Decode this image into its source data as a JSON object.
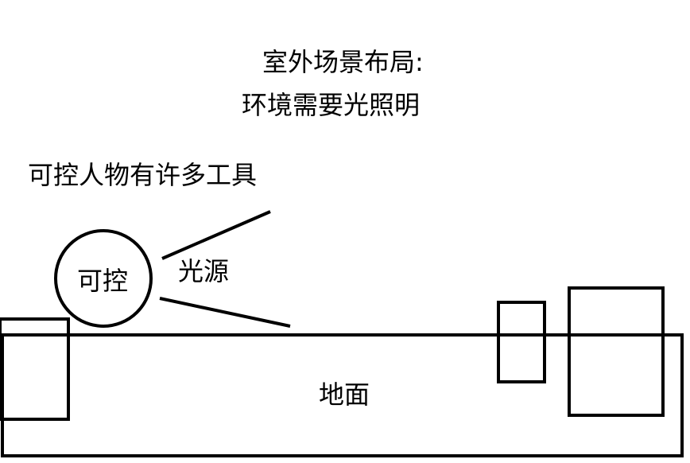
{
  "title": {
    "line1": "室外场景布局:",
    "line2": "环境需要光照明"
  },
  "labels": {
    "tools_note": "可控人物有许多工具",
    "light_source": "光源",
    "controllable_character": "可控",
    "ground": "地面"
  },
  "colors": {
    "stroke": "#000000",
    "background": "#ffffff"
  }
}
